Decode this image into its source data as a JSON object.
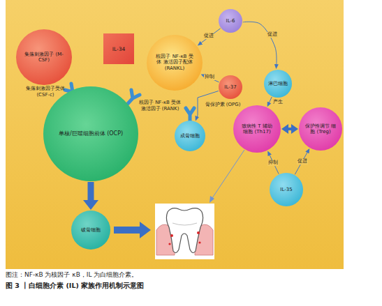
{
  "diagram": {
    "caption": "图 3 丨白细胞介素 (IL) 家族作用机制示意图",
    "nodes": [
      {
        "text": [
          "集落刺激因子 (M-CSF)"
        ]
      },
      {
        "text": [
          "IL-34"
        ]
      },
      {
        "text": [
          "IL-6"
        ]
      },
      {
        "text": [
          "核因子 NF-κB 受体 激活因子配体 (RANKL)"
        ]
      },
      {
        "text": [
          "IL-37"
        ]
      },
      {
        "text": [
          "淋巴细胞"
        ]
      },
      {
        "text": [
          "单核/巨噬细胞前体 (OCP)"
        ]
      },
      {
        "text": [
          "成骨细胞"
        ]
      },
      {
        "text": [
          "致病性 T 辅助 细胞 (Th17)"
        ]
      },
      {
        "text": [
          "保护性调节 细胞 (Treg)"
        ]
      },
      {
        "text": [
          "IL-35"
        ]
      },
      {
        "text": [
          "破骨细胞"
        ]
      }
    ],
    "edges": [
      {
        "from": 2,
        "to": 3,
        "label": "促进",
        "arrow": "to"
      },
      {
        "from": 2,
        "to": 5,
        "label": "促进",
        "arrow": "to"
      },
      {
        "from": 4,
        "to": 3,
        "label": "抑制",
        "arrow": "to"
      },
      {
        "from": 4,
        "to": 7,
        "arrow": "to"
      },
      {
        "from": 5,
        "to": 8,
        "label": "产生",
        "arrow": "to"
      },
      {
        "from": 8,
        "to": 9,
        "arrow": "both"
      },
      {
        "from": 10,
        "to": 8,
        "label": "抑制",
        "arrow": "to"
      },
      {
        "from": 10,
        "to": 9,
        "label": "促进",
        "arrow": "to"
      },
      {
        "from": 6,
        "to": 11,
        "arrow": "to"
      }
    ],
    "labels": [
      "集落刺激因子受体 (CSF-c)",
      "核因子 NF-κB 受体 激活因子 (RANK)",
      "骨保护素 (OPG)",
      "图注：NF-κB 为核因子 κB，IL 为白细胞介素。"
    ]
  }
}
